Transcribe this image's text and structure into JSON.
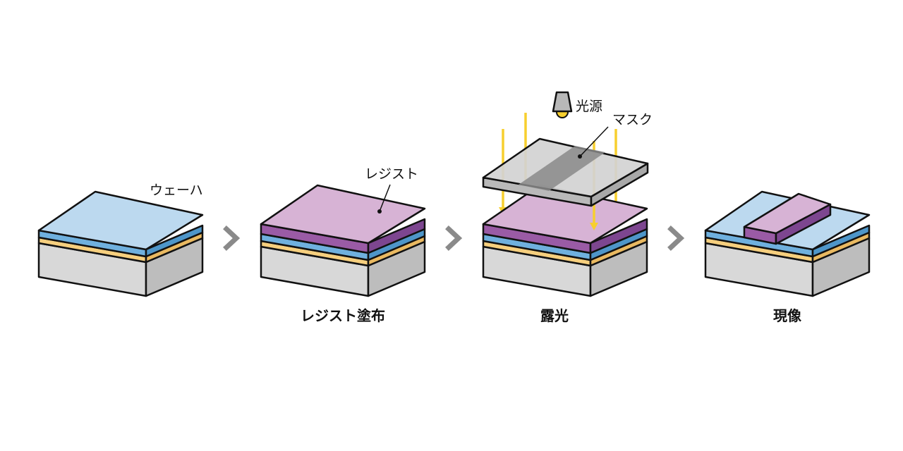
{
  "labels": {
    "wafer": "ウェーハ",
    "resist": "レジスト",
    "light_source": "光源",
    "mask": "マスク"
  },
  "captions": {
    "coating": "レジスト塗布",
    "exposure": "露光",
    "development": "現像"
  },
  "colors": {
    "substrate": "#d8d8d8",
    "substrate_side": "#cfcfcf",
    "substrate_right": "#bdbdbd",
    "orange": "#f6cf7e",
    "orange_right": "#e9b961",
    "blue_top": "#bcd9ef",
    "blue": "#6fb0de",
    "blue_right": "#4e96c9",
    "resist_top": "#d7b3d5",
    "resist_side": "#9a5ba5",
    "resist_right": "#7d4690",
    "mask_fill": "#d3d3d3",
    "mask_stripe": "#8a8a8a",
    "light": "#f7cf2e",
    "arrow": "#8a8a8a",
    "outline": "#111111"
  },
  "icons": [
    "light-bulb-icon",
    "step-arrow-icon"
  ]
}
